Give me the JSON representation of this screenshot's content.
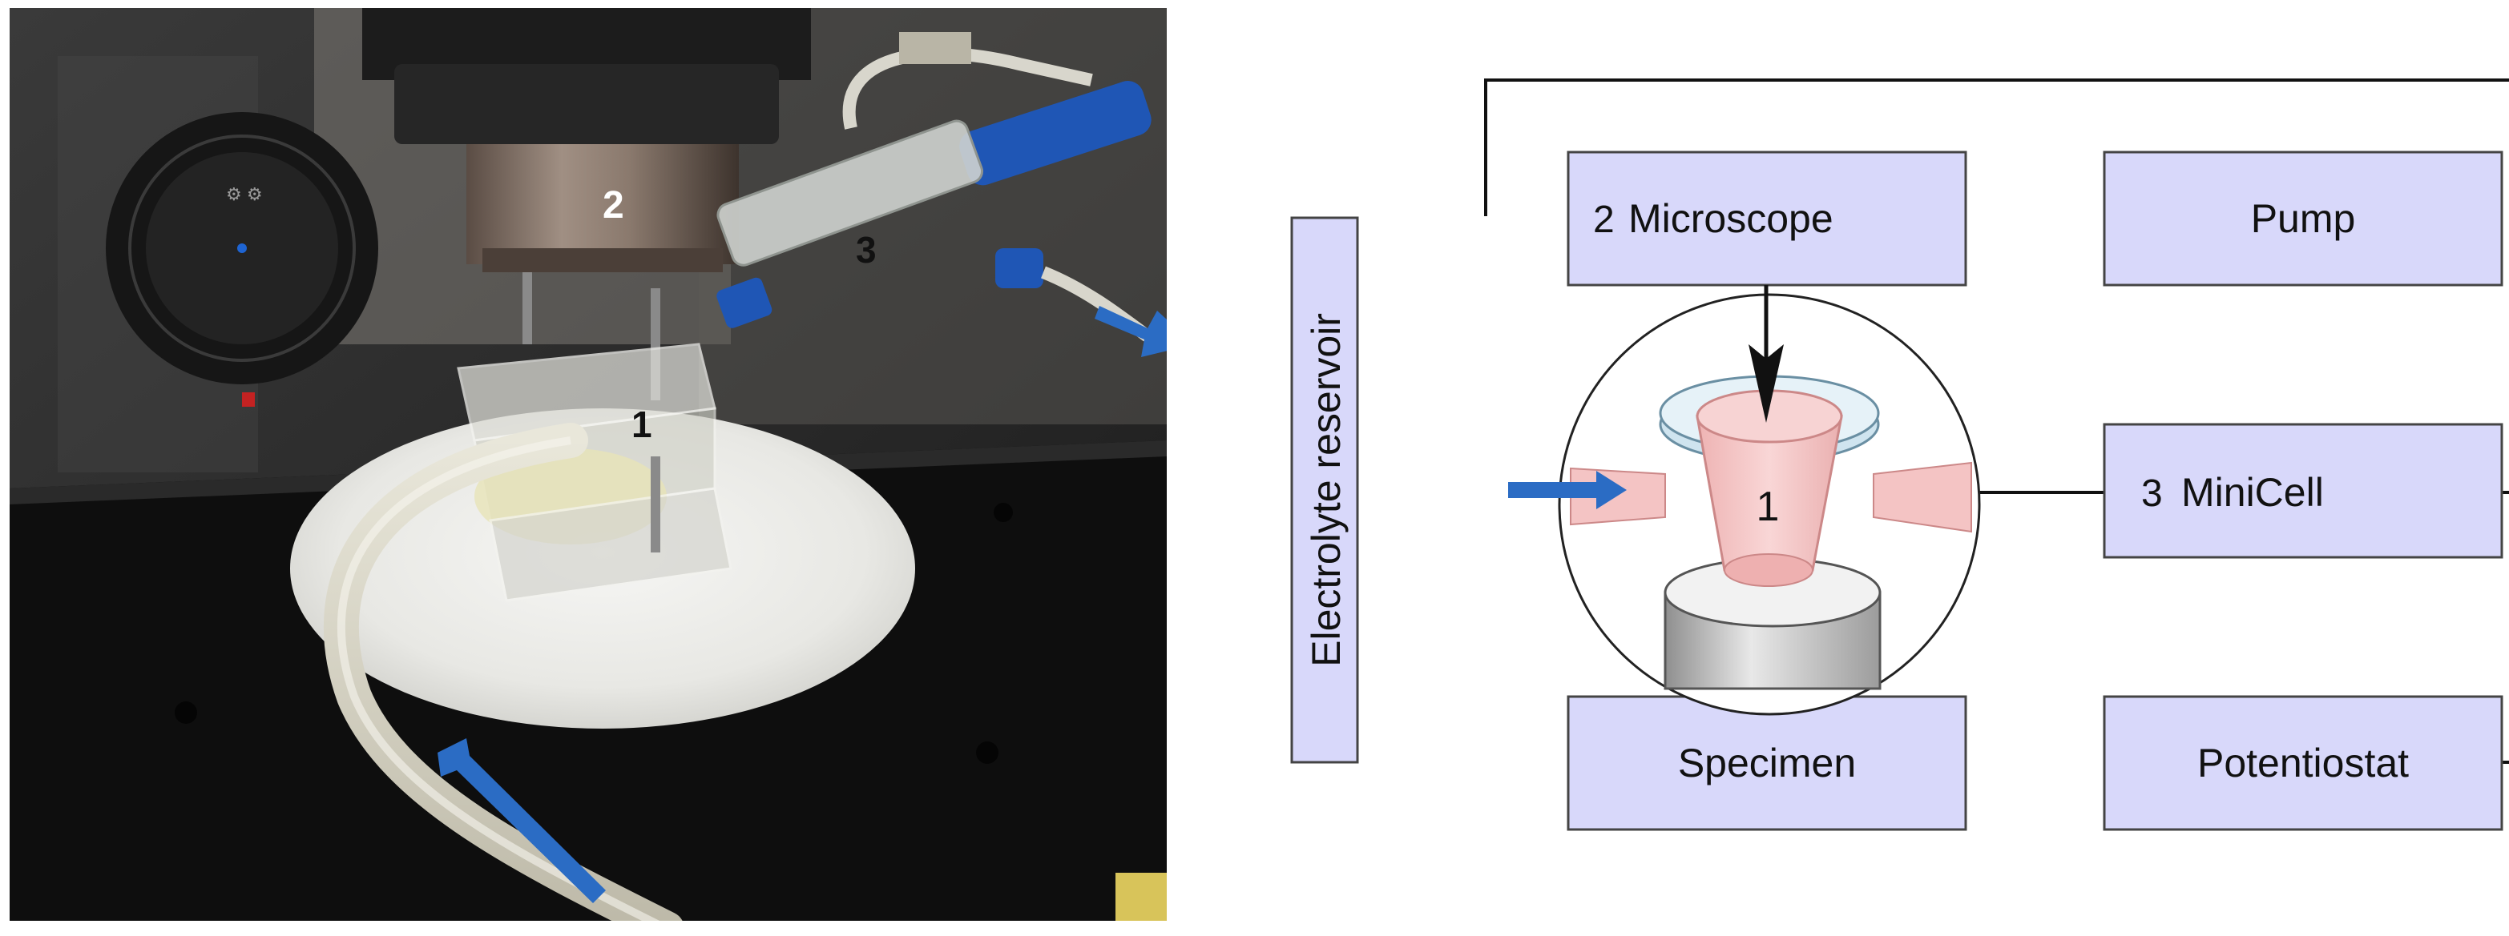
{
  "photo": {
    "label_1": "1",
    "label_2": "2",
    "label_3": "3"
  },
  "diagram": {
    "boxes": {
      "reservoir": "Electrolyte reservoir",
      "microscope_num": "2",
      "microscope": "Microscope",
      "pump": "Pump",
      "minicell_num": "3",
      "minicell": "MiniCell",
      "specimen": "Specimen",
      "potentiostat": "Potentiostat"
    },
    "cell_label": "1"
  },
  "colors": {
    "box_fill": "#d8d8fa",
    "box_stroke": "#444444",
    "arrow_blue": "#2b6cc4",
    "cell_pink": "#f4c4c4"
  }
}
